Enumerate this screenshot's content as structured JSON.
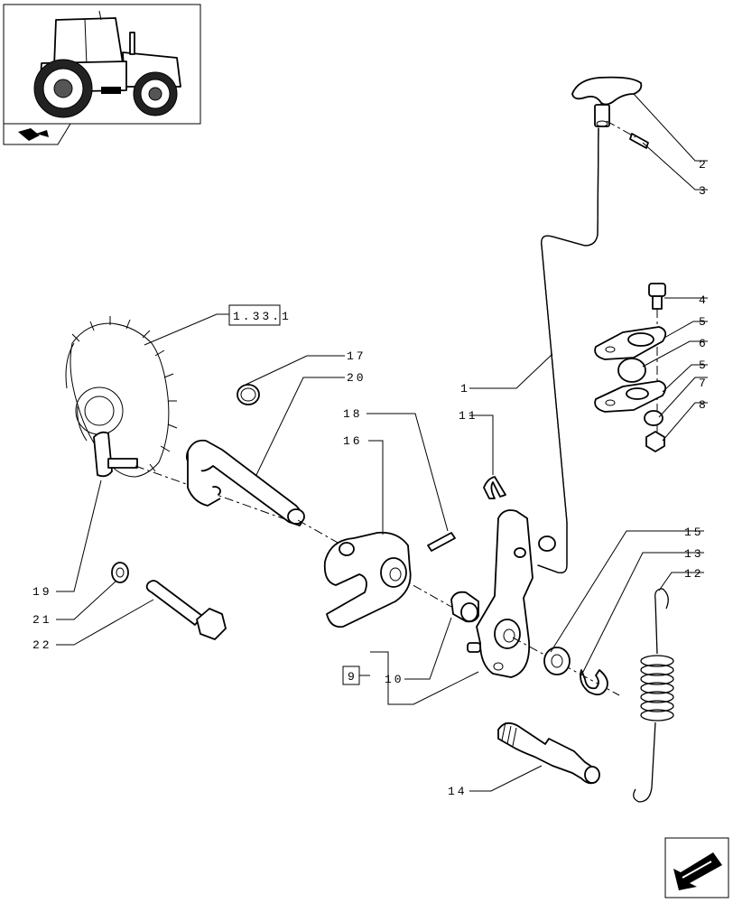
{
  "references": {
    "group_ref": "1.33.1",
    "box_ref": "9"
  },
  "callouts": {
    "c1": "1",
    "c2": "2",
    "c3": "3",
    "c4": "4",
    "c5a": "5",
    "c6": "6",
    "c5b": "5",
    "c7": "7",
    "c8": "8",
    "c10": "10",
    "c11": "11",
    "c12": "12",
    "c13": "13",
    "c14": "14",
    "c15": "15",
    "c16": "16",
    "c17": "17",
    "c18": "18",
    "c19": "19",
    "c20": "20",
    "c21": "21",
    "c22": "22"
  },
  "icons": {
    "thumbnail": "tractor-thumbnail-icon",
    "section": "section-marker-icon",
    "nav": "next-page-arrow-icon"
  }
}
